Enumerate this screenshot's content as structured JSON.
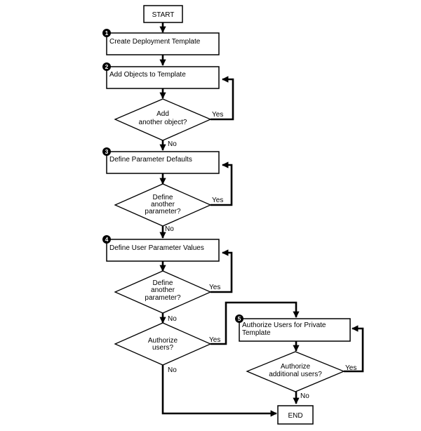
{
  "diagram": {
    "start": "START",
    "end": "END",
    "steps": [
      {
        "number": "1",
        "label": "Create Deployment Template"
      },
      {
        "number": "2",
        "label": "Add Objects to Template"
      },
      {
        "number": "3",
        "label": "Define Parameter Defaults"
      },
      {
        "number": "4",
        "label": "Define User Parameter Values"
      },
      {
        "number": "5",
        "label_line1": "Authorize Users for Private",
        "label_line2": "Template"
      }
    ],
    "decisions": [
      {
        "lines": [
          "Add",
          "another object?"
        ]
      },
      {
        "lines": [
          "Define",
          "another",
          "parameter?"
        ]
      },
      {
        "lines": [
          "Define",
          "another",
          "parameter?"
        ]
      },
      {
        "lines": [
          "Authorize",
          "users?"
        ]
      },
      {
        "lines": [
          "Authorize",
          "additional users?"
        ]
      }
    ],
    "yes_label": "Yes",
    "no_label": "No"
  }
}
